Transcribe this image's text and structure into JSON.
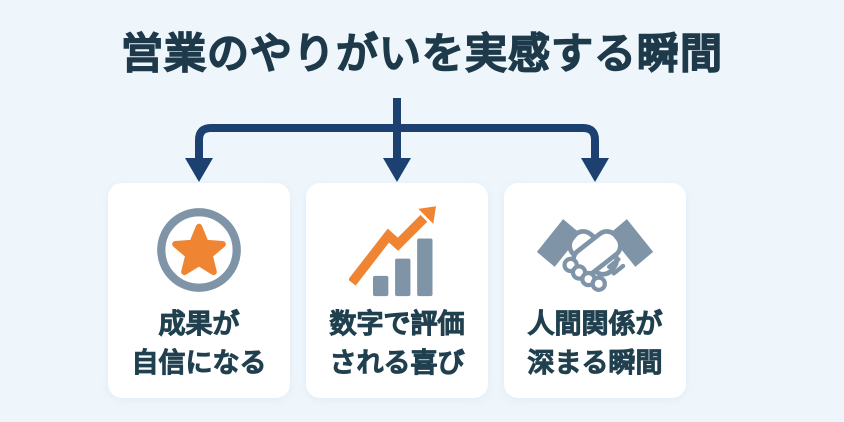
{
  "title": "営業のやりがいを実感する瞬間",
  "colors": {
    "background": "#eef6fc",
    "title_text": "#1e3a4a",
    "arrow": "#1c4170",
    "card_background": "#ffffff",
    "card_text": "#21404f",
    "icon_gray": "#8094a8",
    "icon_orange": "#ef8532"
  },
  "cards": [
    {
      "icon": "star-badge-icon",
      "line1": "成果が",
      "line2": "自信になる"
    },
    {
      "icon": "growth-chart-icon",
      "line1": "数字で評価",
      "line2": "される喜び"
    },
    {
      "icon": "handshake-icon",
      "line1": "人間関係が",
      "line2": "深まる瞬間"
    }
  ]
}
